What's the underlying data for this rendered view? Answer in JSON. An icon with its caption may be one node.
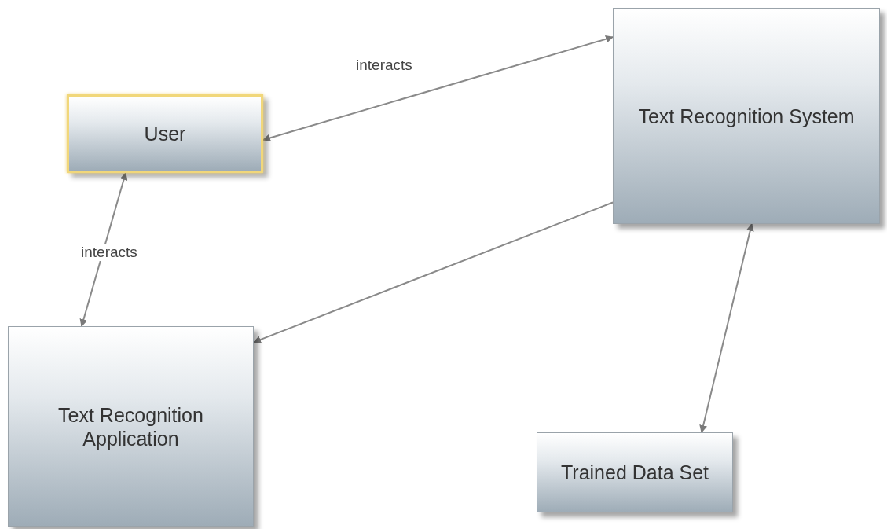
{
  "diagram": {
    "nodes": [
      {
        "text": [
          "User"
        ]
      },
      {
        "text": [
          "Text Recognition System"
        ]
      },
      {
        "text": [
          "Text Recognition Application"
        ]
      },
      {
        "text": [
          "Trained Data Set"
        ]
      }
    ],
    "edges": [
      {
        "from": 0,
        "to": 1,
        "arrow": "both",
        "label": "interacts"
      },
      {
        "from": 0,
        "to": 2,
        "arrow": "both",
        "label": "interacts"
      },
      {
        "from": 1,
        "to": 2,
        "arrow": "to"
      },
      {
        "from": 1,
        "to": 3,
        "arrow": "both"
      }
    ]
  }
}
